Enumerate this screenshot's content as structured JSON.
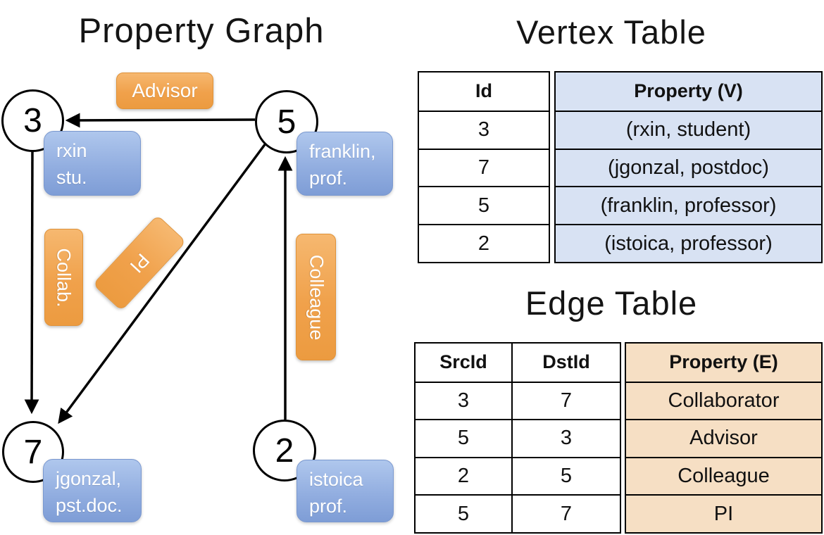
{
  "graph": {
    "title": "Property Graph",
    "nodes": [
      {
        "id": "3"
      },
      {
        "id": "5"
      },
      {
        "id": "7"
      },
      {
        "id": "2"
      }
    ],
    "vertex_labels": [
      {
        "line1": "rxin",
        "line2": "stu."
      },
      {
        "line1": "franklin,",
        "line2": "prof."
      },
      {
        "line1": "jgonzal,",
        "line2": "pst.doc."
      },
      {
        "line1": "istoica",
        "line2": "prof."
      }
    ],
    "edge_labels": {
      "advisor": "Advisor",
      "collab": "Collab.",
      "pi": "PI",
      "colleague": "Colleague"
    }
  },
  "vertex_table": {
    "title": "Vertex Table",
    "id_header": "Id",
    "property_header": "Property (V)",
    "rows": [
      {
        "id": "3",
        "property": "(rxin, student)"
      },
      {
        "id": "7",
        "property": "(jgonzal, postdoc)"
      },
      {
        "id": "5",
        "property": "(franklin, professor)"
      },
      {
        "id": "2",
        "property": "(istoica, professor)"
      }
    ]
  },
  "edge_table": {
    "title": "Edge Table",
    "src_header": "SrcId",
    "dst_header": "DstId",
    "property_header": "Property (E)",
    "rows": [
      {
        "src": "3",
        "dst": "7",
        "property": "Collaborator"
      },
      {
        "src": "5",
        "dst": "3",
        "property": "Advisor"
      },
      {
        "src": "2",
        "dst": "5",
        "property": "Colleague"
      },
      {
        "src": "5",
        "dst": "7",
        "property": "PI"
      }
    ]
  },
  "colors": {
    "edge_label_orange": "#F0A14B",
    "vertex_label_blue": "#90ACDF",
    "vertex_table_fill": "#D8E2F3",
    "edge_table_fill": "#F6DFC4"
  }
}
